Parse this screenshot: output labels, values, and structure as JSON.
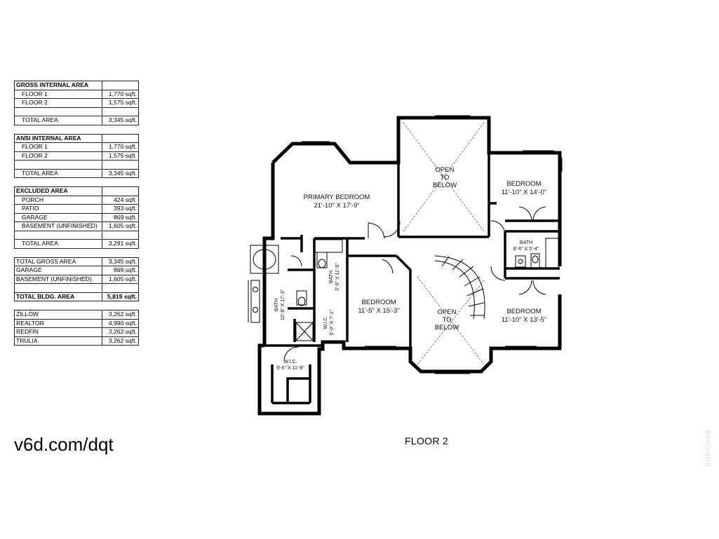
{
  "tables": [
    {
      "header": "GROSS INTERNAL AREA",
      "rows": [
        {
          "label": "FLOOR 1",
          "value": "1,770 sqft."
        },
        {
          "label": "FLOOR 2",
          "value": "1,575 sqft."
        },
        {
          "label": "",
          "value": ""
        },
        {
          "label": "TOTAL AREA",
          "value": "3,345 sqft."
        }
      ]
    },
    {
      "header": "ANSI INTERNAL AREA",
      "rows": [
        {
          "label": "FLOOR 1",
          "value": "1,770 sqft."
        },
        {
          "label": "FLOOR 2",
          "value": "1,575 sqft."
        },
        {
          "label": "",
          "value": ""
        },
        {
          "label": "TOTAL AREA",
          "value": "3,345 sqft."
        }
      ]
    },
    {
      "header": "EXCLUDED AREA",
      "rows": [
        {
          "label": "PORCH",
          "value": "424 sqft."
        },
        {
          "label": "PATIO",
          "value": "393 sqft."
        },
        {
          "label": "GARAGE",
          "value": "869 sqft."
        },
        {
          "label": "BASEMENT (UNFINISHED)",
          "value": "1,605 sqft."
        },
        {
          "label": "",
          "value": ""
        },
        {
          "label": "TOTAL AREA",
          "value": "3,291 sqft."
        }
      ]
    },
    {
      "rows": [
        {
          "label": "TOTAL GROSS AREA",
          "value": "3,345 sqft."
        },
        {
          "label": "GARAGE",
          "value": "869 sqft."
        },
        {
          "label": "BASEMENT (UNFINISHED)",
          "value": "1,605 sqft."
        },
        {
          "label": "",
          "value": ""
        },
        {
          "label": "TOTAL BLDG. AREA",
          "value": "5,819 sqft.",
          "bold": true
        }
      ]
    },
    {
      "rows": [
        {
          "label": "ZILLOW",
          "value": "3,262 sqft."
        },
        {
          "label": "REALTOR",
          "value": "4,990 sqft."
        },
        {
          "label": "REDFIN",
          "value": "3,262 sqft."
        },
        {
          "label": "TRULIA",
          "value": "3,262 sqft."
        }
      ]
    }
  ],
  "link_text": "v6d.com/dqt",
  "floor_title": "FLOOR 2",
  "watermark": "CUBICASA",
  "rooms": {
    "primary_bedroom": {
      "name": "PRIMARY BEDROOM",
      "dims": "21'-10\" X 17'-9\""
    },
    "open_to_below_top": {
      "line1": "OPEN",
      "line2": "TO",
      "line3": "BELOW"
    },
    "bedroom_ne": {
      "name": "BEDROOM",
      "dims": "11'-10\" X 14'-0\""
    },
    "bath_east": {
      "name": "BATH",
      "dims": "8'-6\" X 5'-4\""
    },
    "bath_center": {
      "name": "BATH",
      "dims": "5'-0\" X 11'-5\""
    },
    "wic_small": {
      "name": "W.I.C.",
      "dims": "5'-0\" X 7'-1\""
    },
    "bath_primary": {
      "name": "BATH",
      "dims": "10'-8\" X 17'-3\""
    },
    "bedroom_center": {
      "name": "BEDROOM",
      "dims": "11'-5\" X 15'-3\""
    },
    "open_to_below_bottom": {
      "line1": "OPEN",
      "line2": "TO",
      "line3": "BELOW"
    },
    "bedroom_se": {
      "name": "BEDROOM",
      "dims": "11'-10\" X 13'-5\""
    },
    "wic_primary": {
      "name": "W.I.C.",
      "dims": "9'-6\" X 11'-8\""
    }
  }
}
